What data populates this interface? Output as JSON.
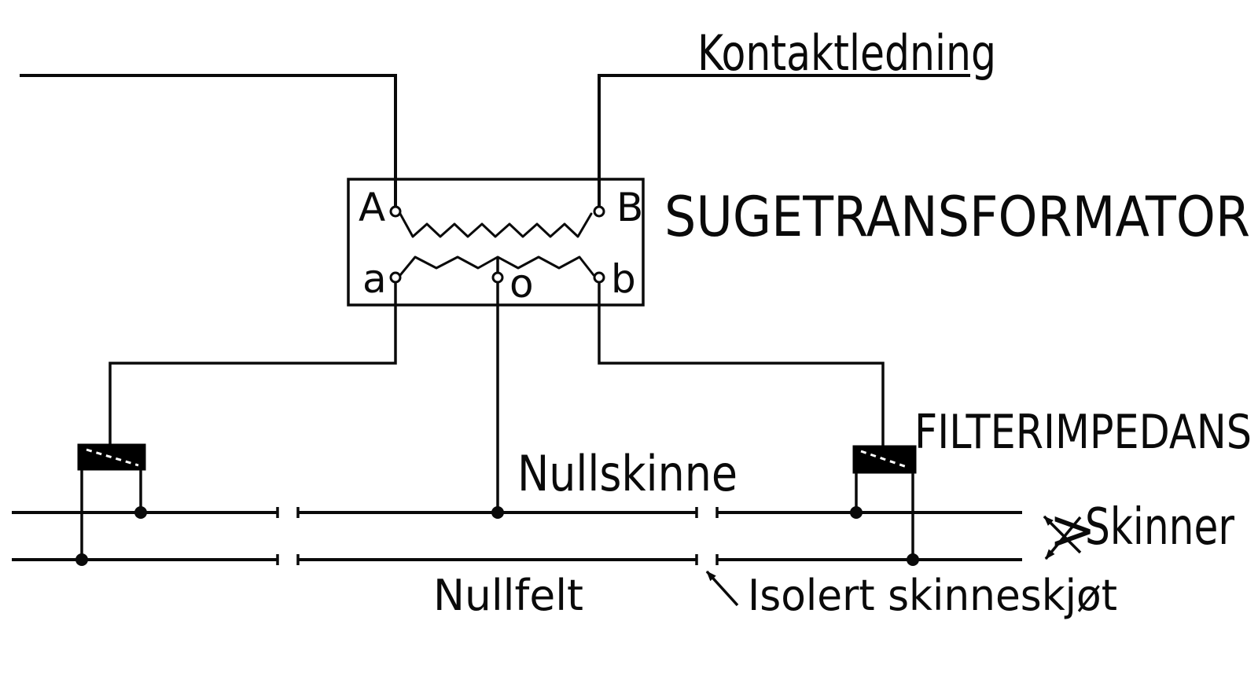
{
  "diagram": {
    "type": "electrical-schematic",
    "subject": "booster-transformer-traction-circuit",
    "colors": {
      "line": "#0a0a0a",
      "background": "#ffffff",
      "impedance_fill": "#000000"
    },
    "labels": {
      "contact_line": "Kontaktledning",
      "transformer": "SUGETRANSFORMATOR",
      "filter_impedance": "FILTERIMPEDANS",
      "neutral_rail": "Nullskinne",
      "rails": "Skinner",
      "rails_chevron": ">",
      "neutral_section": "Nullfelt",
      "insulated_rail_joint": "Isolert skinneskjøt"
    },
    "transformer_terminals": {
      "primary_left": "A",
      "primary_right": "B",
      "secondary_left": "a",
      "secondary_center_tap": "o",
      "secondary_right": "b"
    }
  }
}
